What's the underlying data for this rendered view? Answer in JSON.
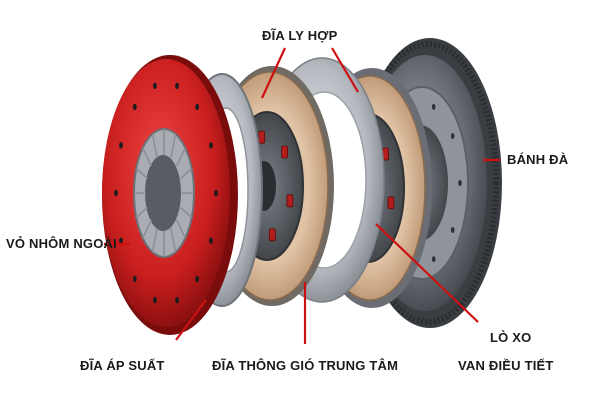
{
  "diagram": {
    "labels": {
      "clutch_disc": "ĐĨA LY HỢP",
      "flywheel": "BÁNH ĐÀ",
      "aluminum_cover": "VỎ NHÔM NGOÀI",
      "pressure_plate": "ĐĨA ÁP SUẤT",
      "center_vent_disc": "ĐĨA THÔNG GIÓ TRUNG TÂM",
      "spring_line1": "LÒ XO",
      "spring_line2": "VAN ĐIỀU TIẾT"
    },
    "colors": {
      "cover_red": "#d42a2a",
      "friction_copper": "#d8b89a",
      "steel_gray": "#b9bcc2",
      "pointer_red": "#cc1111"
    }
  }
}
